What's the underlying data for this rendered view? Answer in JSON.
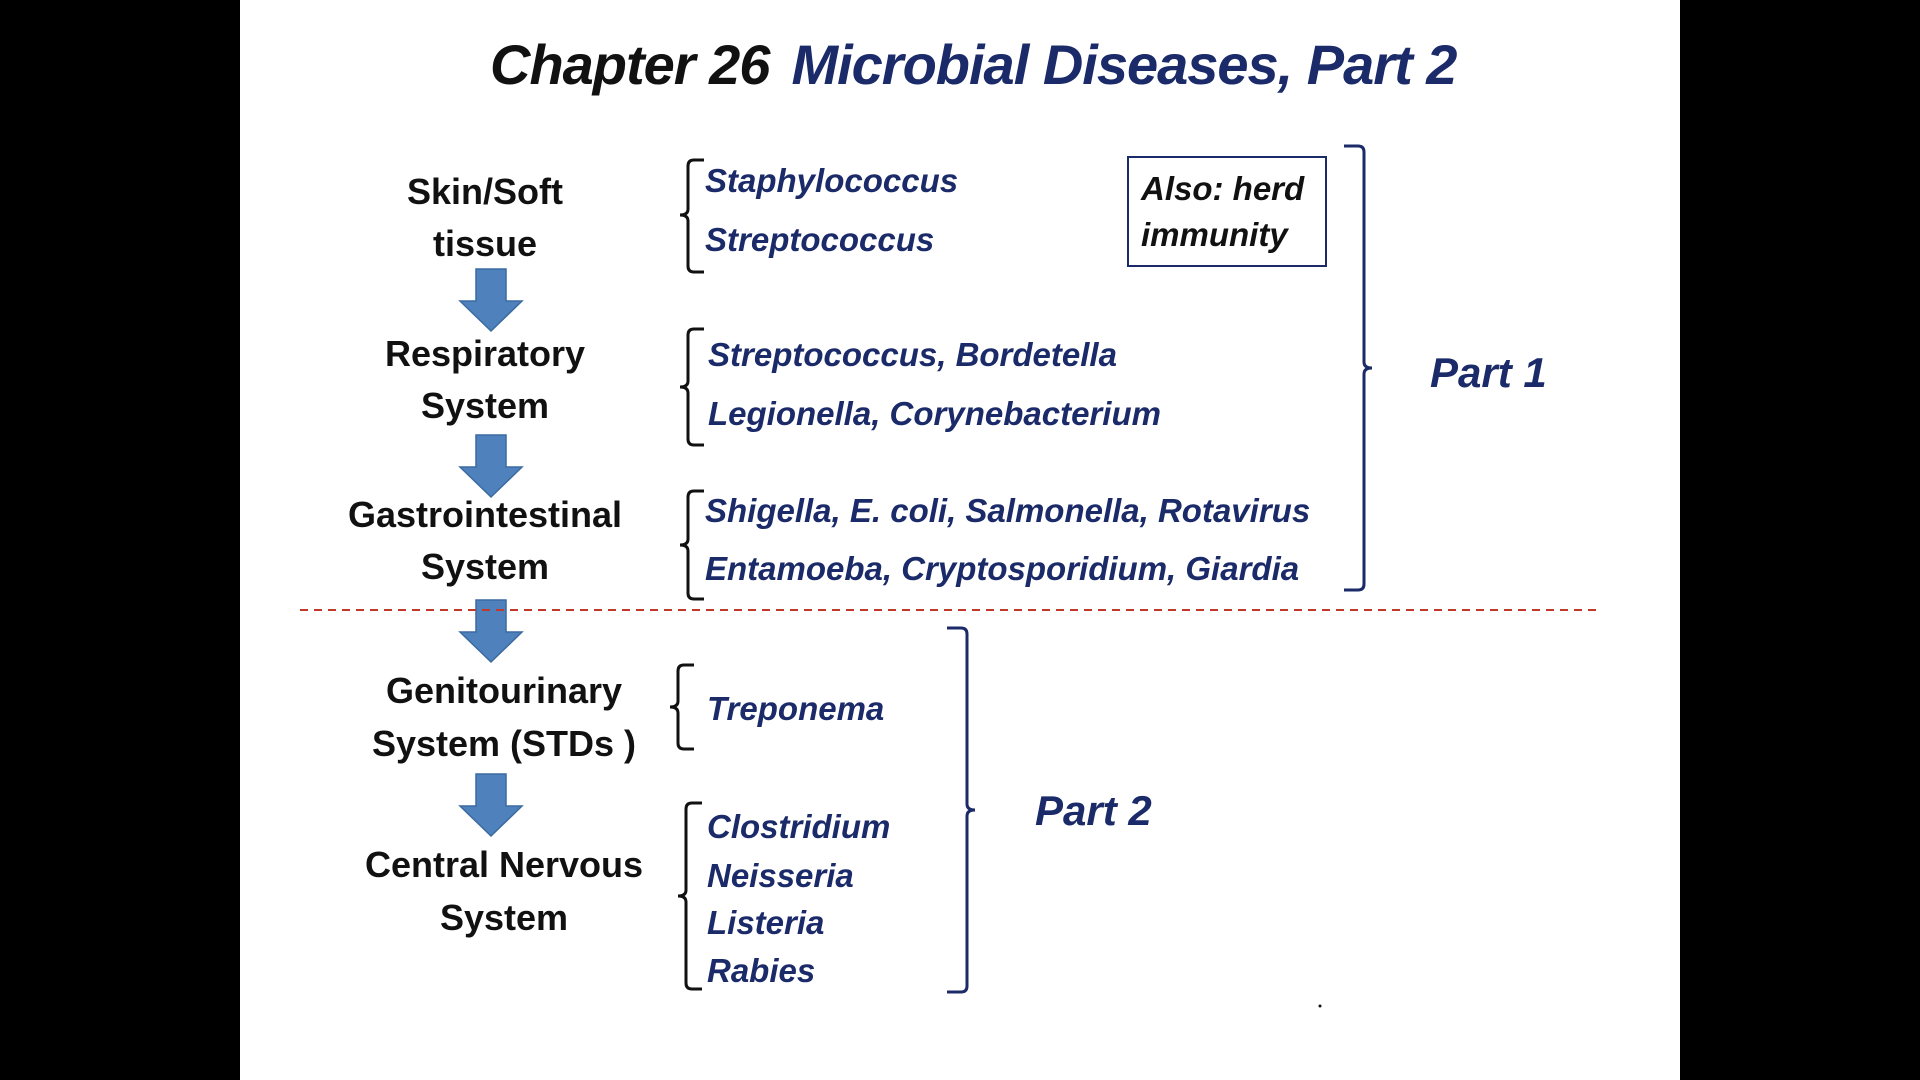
{
  "title": {
    "chapter": "Chapter 26",
    "subtitle": "Microbial Diseases, Part 2"
  },
  "systems": [
    {
      "line1": "Skin/Soft",
      "line2": "tissue",
      "organisms": [
        "Staphylococcus",
        "Streptococcus"
      ]
    },
    {
      "line1": "Respiratory",
      "line2": "System",
      "organisms": [
        "Streptococcus, Bordetella",
        "Legionella, Corynebacterium"
      ]
    },
    {
      "line1": "Gastrointestinal",
      "line2": "System",
      "organisms": [
        "Shigella, E. coli, Salmonella, Rotavirus",
        "Entamoeba, Cryptosporidium, Giardia"
      ]
    },
    {
      "line1": "Genitourinary",
      "line2": "System (STDs )",
      "organisms": [
        "Treponema"
      ]
    },
    {
      "line1": "Central Nervous",
      "line2": "System",
      "organisms": [
        "Clostridium",
        "Neisseria",
        "Listeria",
        "Rabies"
      ]
    }
  ],
  "note": {
    "line1": "Also: herd",
    "line2": "immunity"
  },
  "parts": {
    "part1": "Part 1",
    "part2": "Part 2"
  },
  "colors": {
    "navy": "#1b2a68",
    "arrow": "#4f81bd",
    "divider": "#c0392b"
  }
}
